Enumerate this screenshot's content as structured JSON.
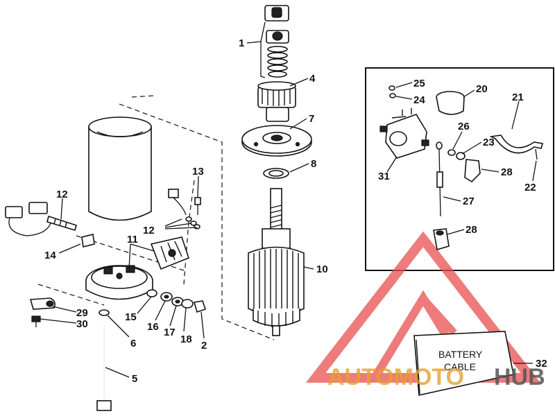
{
  "callouts": [
    {
      "id": "c1",
      "text": "1"
    },
    {
      "id": "c4",
      "text": "4"
    },
    {
      "id": "c7",
      "text": "7"
    },
    {
      "id": "c8",
      "text": "8"
    },
    {
      "id": "c10",
      "text": "10"
    },
    {
      "id": "c13",
      "text": "13"
    },
    {
      "id": "c12a",
      "text": "12"
    },
    {
      "id": "c12b",
      "text": "12"
    },
    {
      "id": "c11",
      "text": "11"
    },
    {
      "id": "c14",
      "text": "14"
    },
    {
      "id": "c15",
      "text": "15"
    },
    {
      "id": "c16",
      "text": "16"
    },
    {
      "id": "c17",
      "text": "17"
    },
    {
      "id": "c18",
      "text": "18"
    },
    {
      "id": "c2",
      "text": "2"
    },
    {
      "id": "c29",
      "text": "29"
    },
    {
      "id": "c30",
      "text": "30"
    },
    {
      "id": "c6",
      "text": "6"
    },
    {
      "id": "c5",
      "text": "5"
    },
    {
      "id": "c25",
      "text": "25"
    },
    {
      "id": "c24",
      "text": "24"
    },
    {
      "id": "c20",
      "text": "20"
    },
    {
      "id": "c21",
      "text": "21"
    },
    {
      "id": "c26",
      "text": "26"
    },
    {
      "id": "c23",
      "text": "23"
    },
    {
      "id": "c31",
      "text": "31"
    },
    {
      "id": "c28a",
      "text": "28"
    },
    {
      "id": "c22",
      "text": "22"
    },
    {
      "id": "c27",
      "text": "27"
    },
    {
      "id": "c28b",
      "text": "28"
    },
    {
      "id": "c32",
      "text": "32"
    }
  ],
  "battery_box": {
    "line1": "BATTERY",
    "line2": "CABLE"
  },
  "watermark": {
    "part1": "AUTOMOTO",
    "part2": "HUB",
    "color_primary": "#e8a030",
    "color_secondary": "#e05050",
    "color_triangle": "#e85050"
  }
}
